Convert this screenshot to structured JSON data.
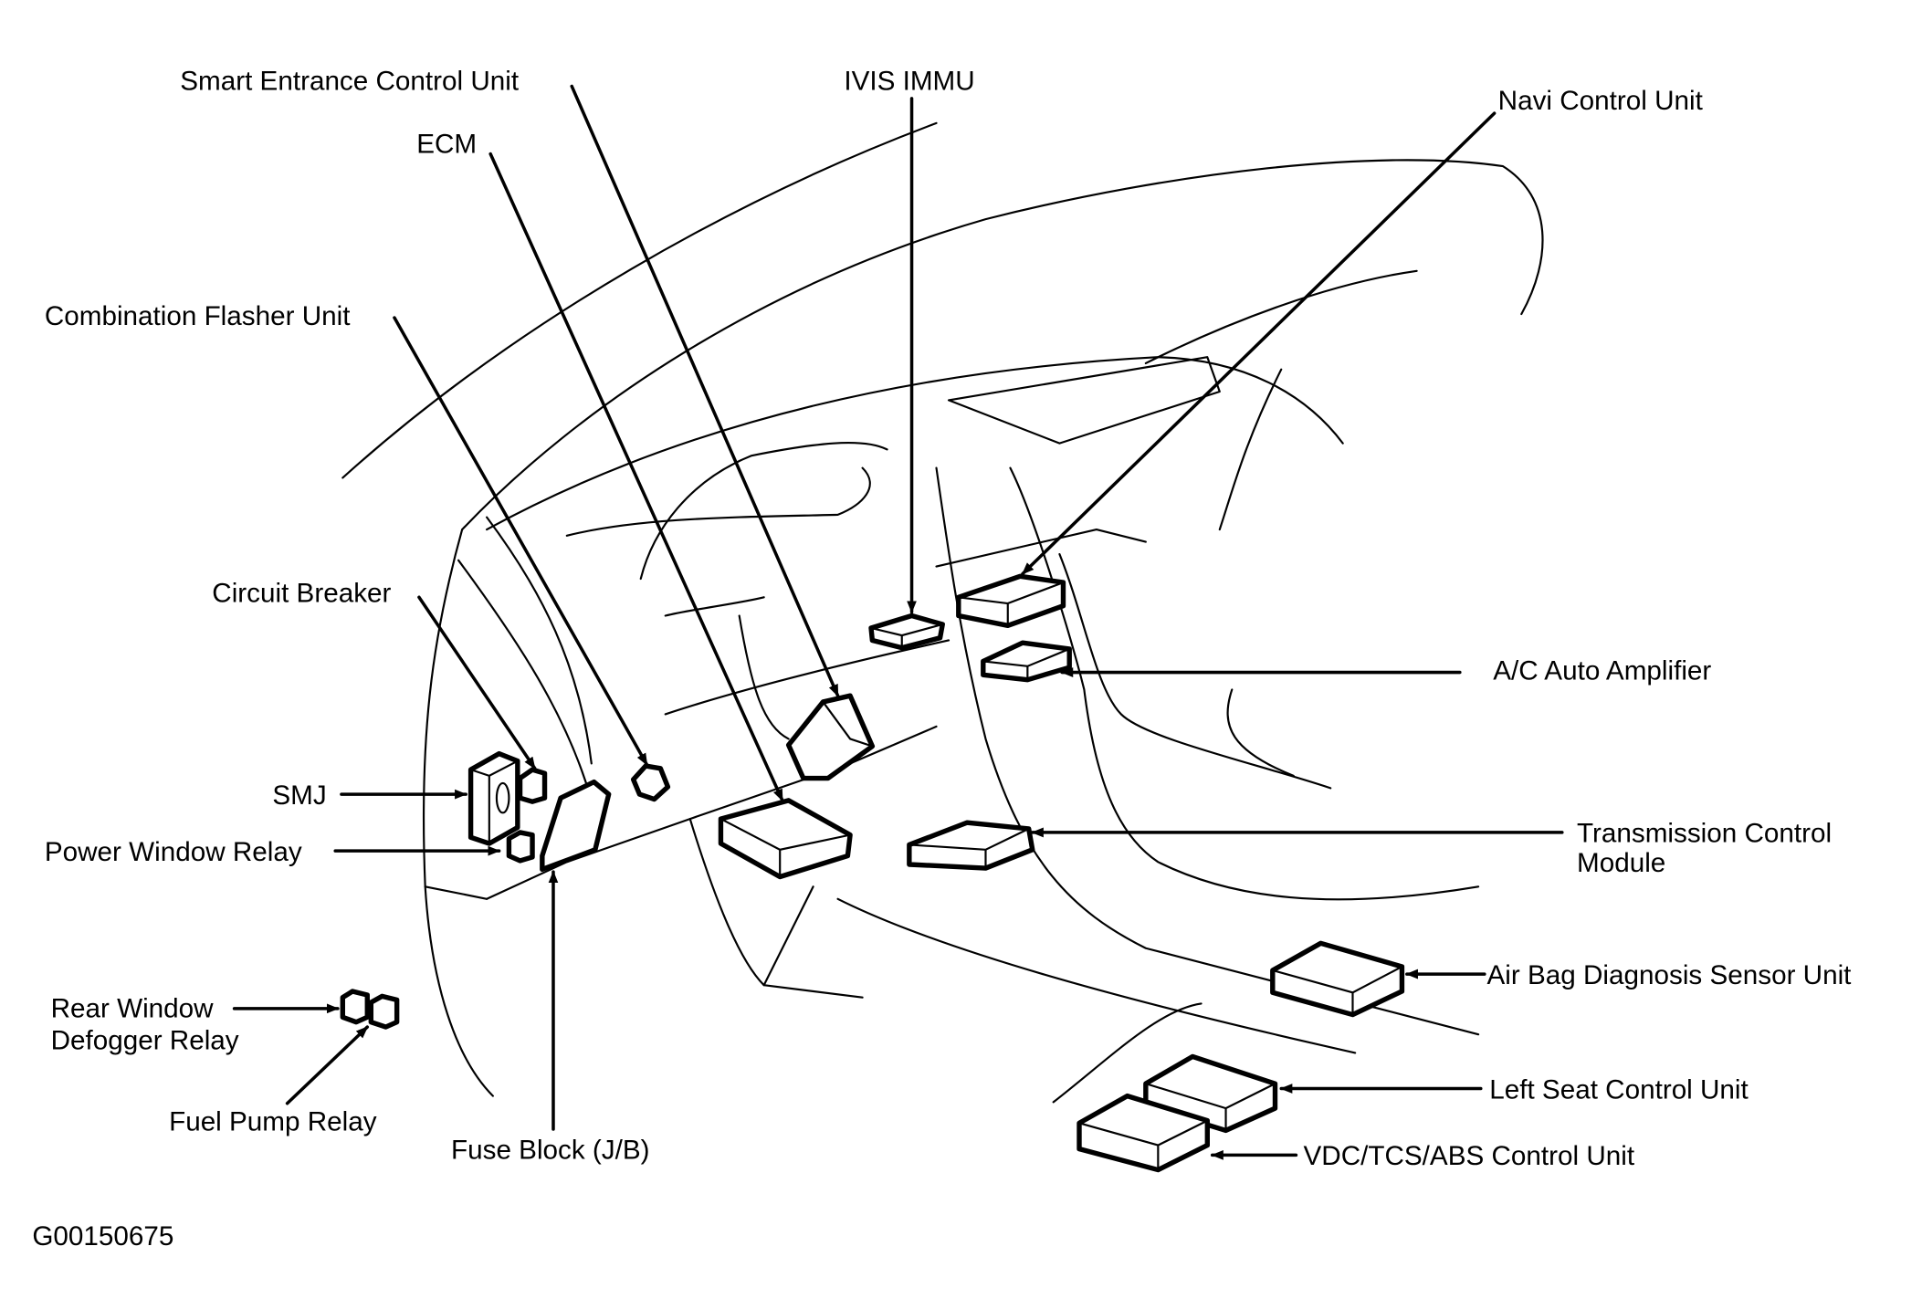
{
  "diagram": {
    "title": "Dashboard and floor control unit locations",
    "figure_id": "G00150675",
    "components": [
      {
        "id": "smart-entrance",
        "label": "Smart Entrance Control Unit"
      },
      {
        "id": "ecm",
        "label": "ECM"
      },
      {
        "id": "ivis-immu",
        "label": "IVIS IMMU"
      },
      {
        "id": "navi",
        "label": "Navi Control Unit"
      },
      {
        "id": "combination-flasher",
        "label": "Combination Flasher Unit"
      },
      {
        "id": "circuit-breaker",
        "label": "Circuit Breaker"
      },
      {
        "id": "ac-amp",
        "label": "A/C Auto Amplifier"
      },
      {
        "id": "smj",
        "label": "SMJ"
      },
      {
        "id": "power-window-relay",
        "label": "Power Window Relay"
      },
      {
        "id": "tcm",
        "label_line1": "Transmission Control",
        "label_line2": "Module"
      },
      {
        "id": "airbag",
        "label": "Air Bag Diagnosis Sensor Unit"
      },
      {
        "id": "rear-defogger",
        "label_line1": "Rear Window",
        "label_line2": "Defogger Relay"
      },
      {
        "id": "fuel-pump",
        "label": "Fuel Pump Relay"
      },
      {
        "id": "fuse-block",
        "label": "Fuse Block (J/B)"
      },
      {
        "id": "left-seat",
        "label": "Left Seat Control Unit"
      },
      {
        "id": "vdc",
        "label": "VDC/TCS/ABS Control Unit"
      }
    ]
  }
}
